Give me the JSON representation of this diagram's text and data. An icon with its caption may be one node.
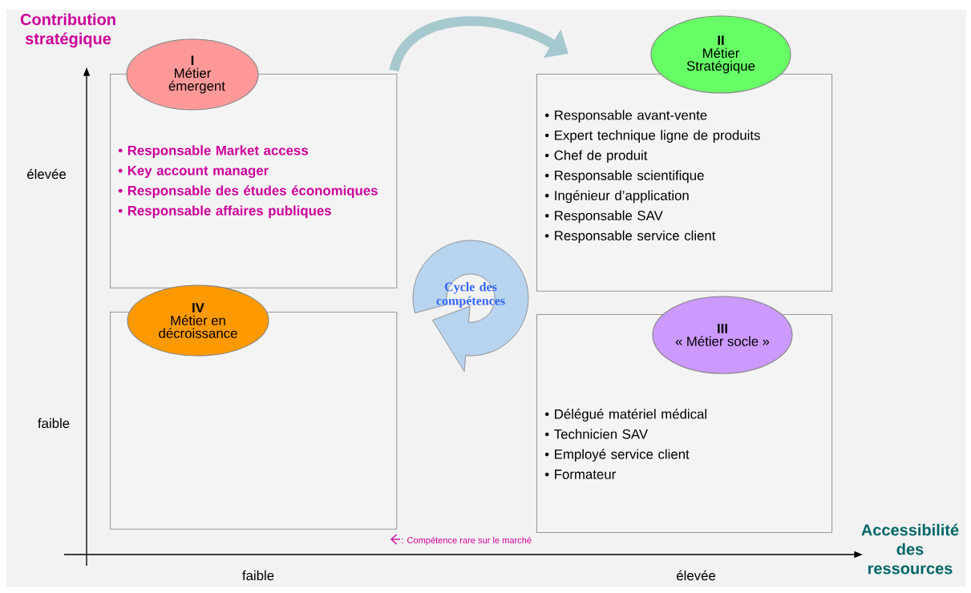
{
  "diagram": {
    "nodes": [
      {
        "text": [
          "• Responsable Market access",
          "• Key account manager",
          "• Responsable des études économiques",
          "• Responsable affaires publiques"
        ]
      },
      {
        "text": [
          "I",
          "Métier émergent"
        ]
      },
      {
        "text": [
          "II",
          "Métier Stratégique"
        ]
      },
      {
        "text": [
          "• Responsable avant-vente",
          "• Expert technique ligne de produits",
          "• Chef de produit",
          "• Responsable scientifique",
          "• Ingénieur d’application",
          "• Responsable SAV",
          "• Responsable service client"
        ]
      },
      {
        "text": [
          "Cycle des compétences"
        ]
      },
      {
        "text": [],
        "shape": "box"
      },
      {
        "text": [
          "IV",
          "Métier en décroissance"
        ]
      },
      {
        "text": [
          "III",
          "« Métier socle »"
        ]
      },
      {
        "text": [
          "• Délégué matériel médical",
          "• Technicien SAV",
          "• Employé service client",
          "• Formateur"
        ]
      }
    ],
    "edges": [
      {
        "from": 0,
        "to": 3,
        "arrow": "to"
      }
    ],
    "labels": [
      "Contribution stratégique",
      "élevée",
      "faible",
      "faible",
      "élevée",
      "Accessibilité des ressources"
    ],
    "legend": [
      {
        "text": ": Compétence rare sur le marché"
      }
    ]
  }
}
